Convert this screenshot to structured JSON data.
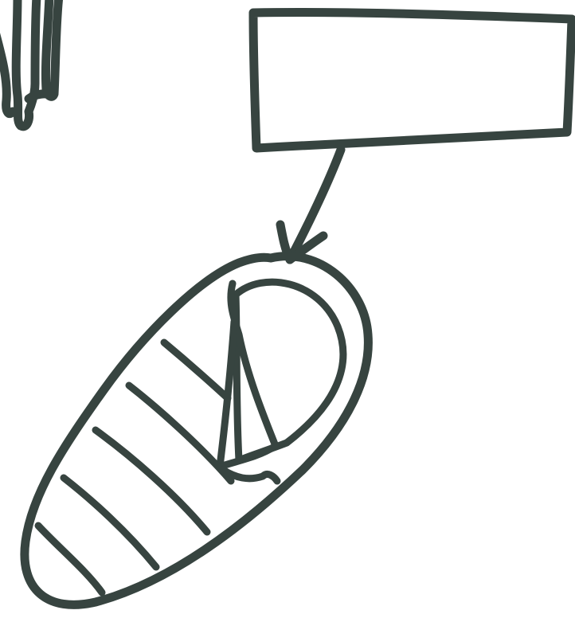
{
  "diagram": {
    "label_box": {
      "text": ""
    },
    "colors": {
      "ink": "#374440",
      "paper": "#ffffff"
    },
    "icons": {
      "label_box": "rectangle-outline",
      "pointer_arrow": "arrow-down-left",
      "main_object": "segmented-pupa-outline",
      "partial_object": "cropped-legs-outline"
    }
  }
}
